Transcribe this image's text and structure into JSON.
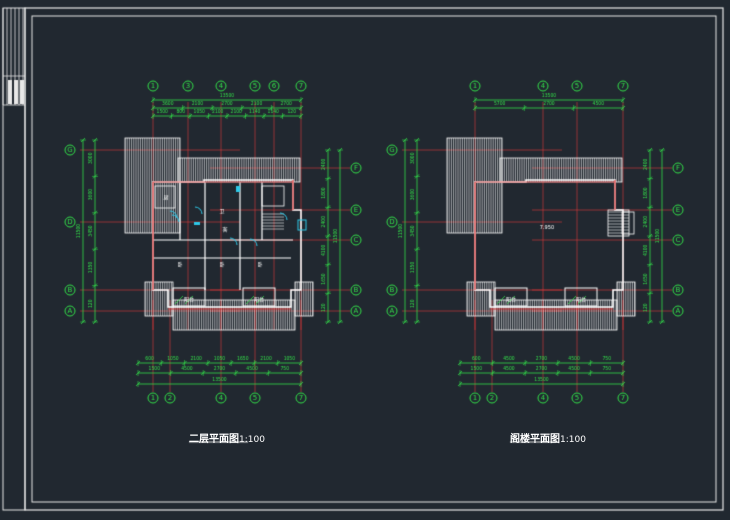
{
  "colors": {
    "background": "#212830",
    "frame": "#e8e8e8",
    "walls": "#ffffff",
    "axis_lines": "#e23b3b",
    "dimensions": "#33e04a",
    "bubbles": "#33e04a",
    "doors": "#2ec9e8",
    "text": "#ffffff"
  },
  "plans": [
    {
      "id": "second-floor",
      "title": "二层平面图",
      "scale": "1:100",
      "top_axes": [
        "1",
        "3",
        "4",
        "5",
        "6",
        "7"
      ],
      "bottom_axes": [
        "1",
        "2",
        "4",
        "5",
        "7"
      ],
      "left_axes": [
        "G",
        "D",
        "B",
        "A"
      ],
      "right_axes": [
        "F",
        "E",
        "C",
        "B",
        "A"
      ],
      "top_overall": "13500",
      "bottom_overall": "13500",
      "left_overall": "11500",
      "right_overall": "11500",
      "top_dims_row1": [
        "3600",
        "2100",
        "2700",
        "2100",
        "2700"
      ],
      "top_dims_row2": [
        "1500",
        "800",
        "1050",
        "2100",
        "2100",
        "1140",
        "1140",
        "120"
      ],
      "bottom_dims_row1": [
        "1500",
        "4500",
        "2700",
        "4500",
        "750"
      ],
      "bottom_dims_row2": [
        "600",
        "1050",
        "2100",
        "1050",
        "1650",
        "2100",
        "1050"
      ],
      "left_dims": [
        "3000",
        "3600",
        "3450",
        "1350",
        "120"
      ],
      "right_dims": [
        "2400",
        "1800",
        "2400",
        "4100",
        "1650",
        "120"
      ],
      "room_labels": [
        "卧",
        "卧",
        "卧",
        "阳台",
        "阳台",
        "卫",
        "厨",
        "客"
      ]
    },
    {
      "id": "attic-floor",
      "title": "阁楼平面图",
      "scale": "1:100",
      "top_axes": [
        "1",
        "4",
        "5",
        "7"
      ],
      "bottom_axes": [
        "1",
        "2",
        "4",
        "5",
        "7"
      ],
      "left_axes": [
        "G",
        "D",
        "B",
        "A"
      ],
      "right_axes": [
        "F",
        "E",
        "C",
        "B",
        "A"
      ],
      "top_overall": "13500",
      "bottom_overall": "13500",
      "left_overall": "11500",
      "right_overall": "11500",
      "top_dims_row1": [
        "5700",
        "2700",
        "4500"
      ],
      "bottom_dims_row1": [
        "1500",
        "4500",
        "2700",
        "4500",
        "750"
      ],
      "bottom_dims_row2": [
        "600",
        "4500",
        "2700",
        "4500",
        "750"
      ],
      "left_dims": [
        "3000",
        "3600",
        "3450",
        "1350",
        "120"
      ],
      "right_dims": [
        "2400",
        "1800",
        "2400",
        "4100",
        "1650",
        "120"
      ],
      "room_labels": [
        "7.950",
        "阳台",
        "阳台"
      ]
    }
  ]
}
